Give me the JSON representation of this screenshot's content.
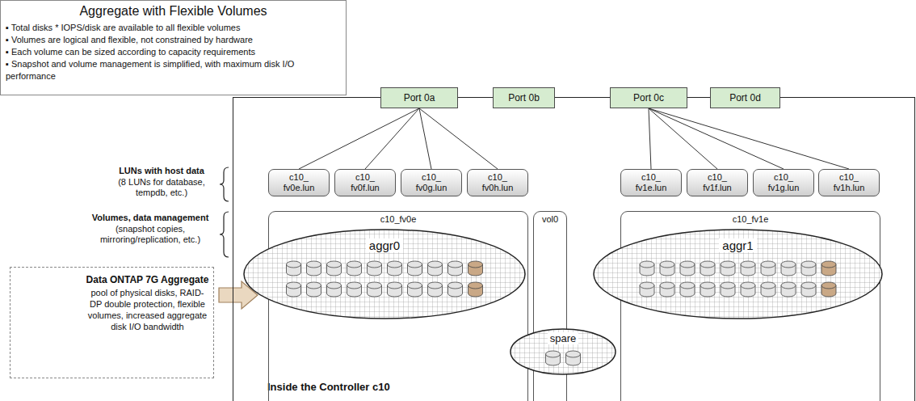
{
  "diagram": {
    "nodes": [
      {
        "text": [
          "Aggregate with Flexible Volumes",
          "▪ Total disks * IOPS/disk are available to all flexible volumes",
          "▪ Volumes are logical and flexible, not constrained by hardware",
          "▪ Each volume can be sized according to capacity requirements",
          "▪ Snapshot and volume management is simplified, with maximum disk I/O performance"
        ]
      },
      {
        "text": [
          "Inside the Controller c10"
        ]
      },
      {
        "text": [
          "Port 0a"
        ],
        "in": 1
      },
      {
        "text": [
          "Port 0b"
        ],
        "in": 1
      },
      {
        "text": [
          "Port 0c"
        ],
        "in": 1
      },
      {
        "text": [
          "Port 0d"
        ],
        "in": 1
      },
      {
        "text": [
          "c10_ fv0e.lun"
        ],
        "in": 1
      },
      {
        "text": [
          "c10_ fv0f.lun"
        ],
        "in": 1
      },
      {
        "text": [
          "c10_ fv0g.lun"
        ],
        "in": 1
      },
      {
        "text": [
          "c10_ fv0h.lun"
        ],
        "in": 1
      },
      {
        "text": [
          "c10_ fv1e.lun"
        ],
        "in": 1
      },
      {
        "text": [
          "c10_ fv1f.lun"
        ],
        "in": 1
      },
      {
        "text": [
          "c10_ fv1g.lun"
        ],
        "in": 1
      },
      {
        "text": [
          "c10_ fv1h.lun"
        ],
        "in": 1
      },
      {
        "text": [
          "c10_fv0e"
        ],
        "in": 1
      },
      {
        "text": [
          "vol0"
        ],
        "in": 1
      },
      {
        "text": [
          "c10_fv1e"
        ],
        "in": 1
      },
      {
        "text": [
          "aggr0"
        ],
        "in": 1
      },
      {
        "text": [
          "aggr1"
        ],
        "in": 1
      },
      {
        "text": [
          "spare"
        ],
        "in": 1
      },
      {
        "text": [
          "Data ONTAP 7G Aggregate",
          "pool of physical disks, RAID-DP double protection, flexible volumes, increased aggregate disk I/O bandwidth"
        ]
      }
    ],
    "edges": [
      {
        "from": 2,
        "to": 6,
        "arrow": "none"
      },
      {
        "from": 2,
        "to": 7,
        "arrow": "none"
      },
      {
        "from": 2,
        "to": 8,
        "arrow": "none"
      },
      {
        "from": 2,
        "to": 9,
        "arrow": "none"
      },
      {
        "from": 4,
        "to": 10,
        "arrow": "none"
      },
      {
        "from": 4,
        "to": 11,
        "arrow": "none"
      },
      {
        "from": 4,
        "to": 12,
        "arrow": "none"
      },
      {
        "from": 4,
        "to": 13,
        "arrow": "none"
      },
      {
        "from": 20,
        "to": 17,
        "arrow": "to"
      }
    ],
    "labels": [
      "LUNs with host data",
      "(8 LUNs for database, tempdb, etc.)",
      "Volumes, data management",
      "(snapshot copies, mirroring/replication, etc.)"
    ]
  }
}
